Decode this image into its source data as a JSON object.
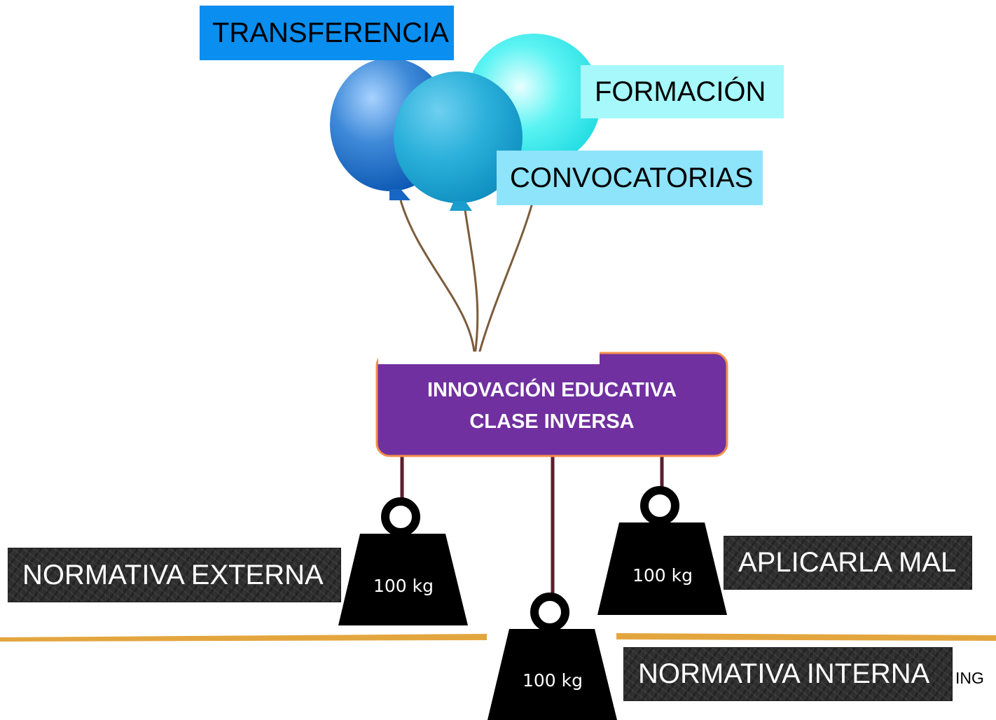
{
  "balloons": {
    "transferencia": "TRANSFERENCIA",
    "formacion": "FORMACIÓN",
    "convocatorias": "CONVOCATORIAS"
  },
  "center_box": {
    "line1": "INNOVACIÓN EDUCATIVA",
    "line2": "CLASE INVERSA"
  },
  "weights": [
    {
      "value": "100 kg"
    },
    {
      "value": "100 kg"
    },
    {
      "value": "100 kg"
    }
  ],
  "obstacles": {
    "normativa_externa": "NORMATIVA EXTERNA",
    "aplicarla_mal": "APLICARLA MAL",
    "normativa_interna": "NORMATIVA INTERNA",
    "ing_fragment": "ING"
  },
  "colors": {
    "transferencia_bg": "#0a8ef0",
    "formacion_bg": "#a6f8fb",
    "convocatorias_bg": "#8de4fb",
    "center_box_bg": "#7030a0",
    "center_box_border": "#f4904a",
    "ground": "#e3a63f",
    "string": "#7b5c3b",
    "rope": "#5a1f2f"
  }
}
